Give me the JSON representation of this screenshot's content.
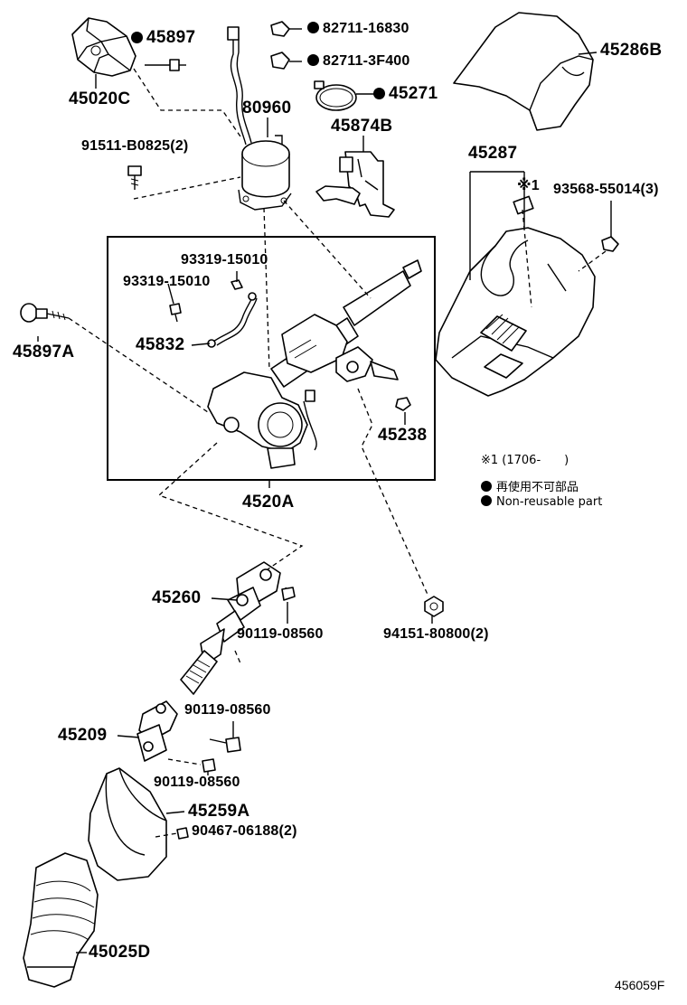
{
  "labels": {
    "p45020C": "45020C",
    "p45897": "45897",
    "p82711_16830": "82711-16830",
    "p82711_3F400": "82711-3F400",
    "p45286B": "45286B",
    "p45271": "45271",
    "p80960": "80960",
    "p45874B": "45874B",
    "p91511": "91511-B0825(2)",
    "p45287": "45287",
    "p93568": "93568-55014(3)",
    "p93319_a": "93319-15010",
    "p93319_b": "93319-15010",
    "p45897A": "45897A",
    "p45832": "45832",
    "p45238": "45238",
    "p4520A": "4520A",
    "p45260": "45260",
    "p90119_a": "90119-08560",
    "p94151": "94151-80800(2)",
    "p90119_b": "90119-08560",
    "p45209": "45209",
    "p90119_c": "90119-08560",
    "p45259A": "45259A",
    "p90467": "90467-06188(2)",
    "p45025D": "45025D"
  },
  "note_mark": "※1",
  "legend": {
    "note": "※1 (1706-　　)",
    "nonreusable_jp": "再使用不可部品",
    "nonreusable_en": "Non-reusable part"
  },
  "figure_code": "456059F"
}
